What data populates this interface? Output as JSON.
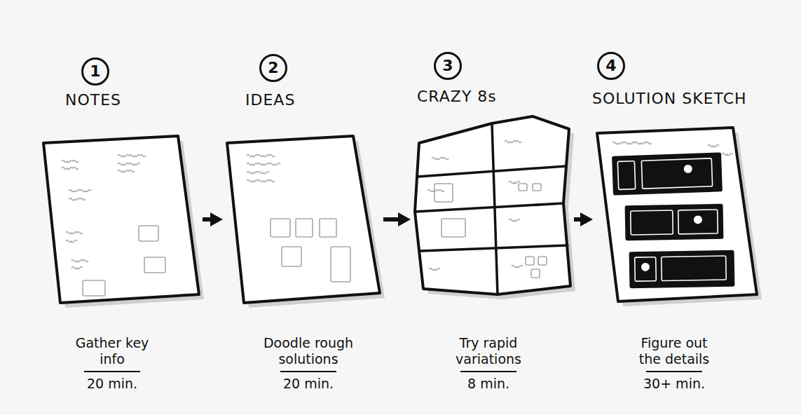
{
  "diagram": {
    "nodes": [
      {
        "text": [
          "1",
          "NOTES",
          "Gather key info",
          "20 min."
        ]
      },
      {
        "text": [
          "2",
          "IDEAS",
          "Doodle rough solutions",
          "20 min."
        ]
      },
      {
        "text": [
          "3",
          "CRAZY 8s",
          "Try rapid variations",
          "8 min."
        ]
      },
      {
        "text": [
          "4",
          "SOLUTION SKETCH",
          "Figure out the details",
          "30+ min."
        ]
      }
    ],
    "edges": [
      {
        "from": 0,
        "to": 1,
        "arrow": "to"
      },
      {
        "from": 1,
        "to": 2,
        "arrow": "to"
      },
      {
        "from": 2,
        "to": 3,
        "arrow": "to"
      }
    ]
  }
}
